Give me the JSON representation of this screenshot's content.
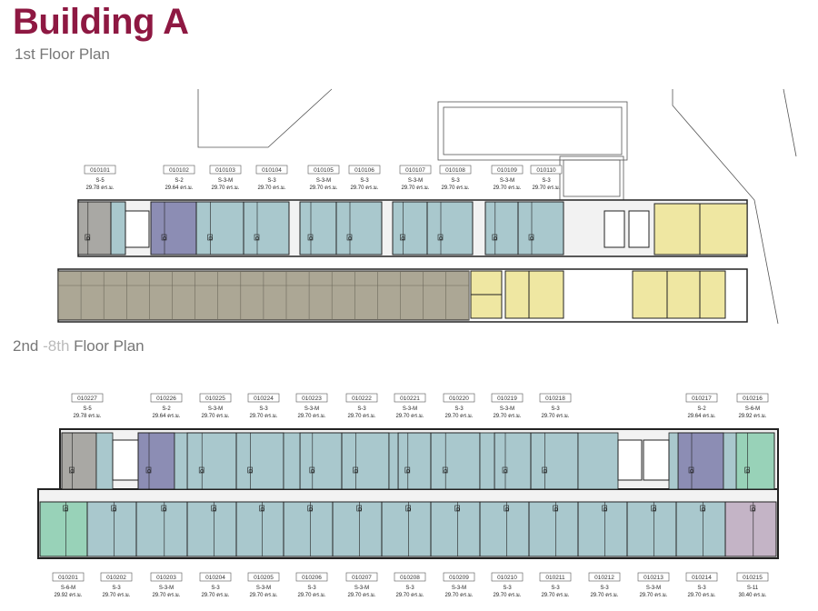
{
  "title": "Building A",
  "plan1_label": "1st Floor Plan",
  "plan2_label_a": "2nd",
  "plan2_label_b": "-8th",
  "plan2_label_c": "Floor Plan",
  "colors": {
    "title": "#8e1842",
    "blue_unit": "#a9c8cd",
    "grey_unit": "#a9a8a4",
    "purple_unit": "#8c8db4",
    "green_unit": "#98d2b8",
    "pink_unit": "#c4b4c6",
    "retail": "#efe7a2",
    "parking": "#aca795",
    "wall": "#222222"
  },
  "floor1": {
    "units": [
      {
        "id": "010101",
        "type": "S-5",
        "area": "29.78 ตร.ม."
      },
      {
        "id": "010102",
        "type": "S-2",
        "area": "29.64 ตร.ม."
      },
      {
        "id": "010103",
        "type": "S-3-M",
        "area": "29.70 ตร.ม."
      },
      {
        "id": "010104",
        "type": "S-3",
        "area": "29.70 ตร.ม."
      },
      {
        "id": "010105",
        "type": "S-3-M",
        "area": "29.70 ตร.ม."
      },
      {
        "id": "010106",
        "type": "S-3",
        "area": "29.70 ตร.ม."
      },
      {
        "id": "010107",
        "type": "S-3-M",
        "area": "29.70 ตร.ม."
      },
      {
        "id": "010108",
        "type": "S-3",
        "area": "29.70 ตร.ม."
      },
      {
        "id": "010109",
        "type": "S-3-M",
        "area": "29.70 ตร.ม."
      },
      {
        "id": "010110",
        "type": "S-3",
        "area": "29.70 ตร.ม."
      }
    ]
  },
  "floor2_top": {
    "units": [
      {
        "id": "010227",
        "type": "S-5",
        "area": "29.78 ตร.ม."
      },
      {
        "id": "010226",
        "type": "S-2",
        "area": "29.64 ตร.ม."
      },
      {
        "id": "010225",
        "type": "S-3-M",
        "area": "29.70 ตร.ม."
      },
      {
        "id": "010224",
        "type": "S-3",
        "area": "29.70 ตร.ม."
      },
      {
        "id": "010223",
        "type": "S-3-M",
        "area": "29.70 ตร.ม."
      },
      {
        "id": "010222",
        "type": "S-3",
        "area": "29.70 ตร.ม."
      },
      {
        "id": "010221",
        "type": "S-3-M",
        "area": "29.70 ตร.ม."
      },
      {
        "id": "010220",
        "type": "S-3",
        "area": "29.70 ตร.ม."
      },
      {
        "id": "010219",
        "type": "S-3-M",
        "area": "29.70 ตร.ม."
      },
      {
        "id": "010218",
        "type": "S-3",
        "area": "29.70 ตร.ม."
      },
      {
        "id": "010217",
        "type": "S-2",
        "area": "29.64 ตร.ม."
      },
      {
        "id": "010216",
        "type": "S-6-M",
        "area": "29.92 ตร.ม."
      }
    ]
  },
  "floor2_bottom": {
    "units": [
      {
        "id": "010201",
        "type": "S-6-M",
        "area": "29.92 ตร.ม."
      },
      {
        "id": "010202",
        "type": "S-3",
        "area": "29.70 ตร.ม."
      },
      {
        "id": "010203",
        "type": "S-3-M",
        "area": "29.70 ตร.ม."
      },
      {
        "id": "010204",
        "type": "S-3",
        "area": "29.70 ตร.ม."
      },
      {
        "id": "010205",
        "type": "S-3-M",
        "area": "29.70 ตร.ม."
      },
      {
        "id": "010206",
        "type": "S-3",
        "area": "29.70 ตร.ม."
      },
      {
        "id": "010207",
        "type": "S-3-M",
        "area": "29.70 ตร.ม."
      },
      {
        "id": "010208",
        "type": "S-3",
        "area": "29.70 ตร.ม."
      },
      {
        "id": "010209",
        "type": "S-3-M",
        "area": "29.70 ตร.ม."
      },
      {
        "id": "010210",
        "type": "S-3",
        "area": "29.70 ตร.ม."
      },
      {
        "id": "010211",
        "type": "S-3",
        "area": "29.70 ตร.ม."
      },
      {
        "id": "010212",
        "type": "S-3",
        "area": "29.70 ตร.ม."
      },
      {
        "id": "010213",
        "type": "S-3-M",
        "area": "29.70 ตร.ม."
      },
      {
        "id": "010214",
        "type": "S-3",
        "area": "29.70 ตร.ม."
      },
      {
        "id": "010215",
        "type": "S-11",
        "area": "30.40 ตร.ม."
      }
    ]
  }
}
